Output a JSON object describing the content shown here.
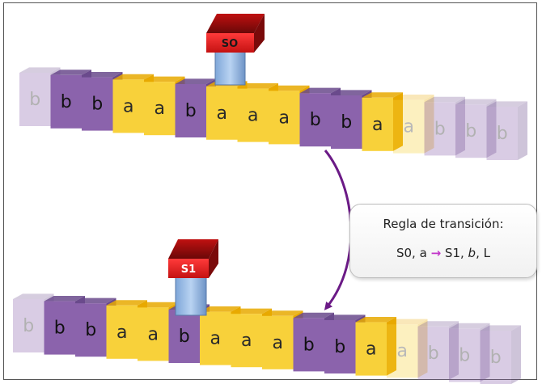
{
  "tape1": {
    "head_label": "SO",
    "cells": [
      "b",
      "b",
      "b",
      "a",
      "a",
      "b",
      "a",
      "a",
      "a",
      "b",
      "b",
      "a",
      "a",
      "b",
      "b",
      "b"
    ],
    "faded": [
      true,
      false,
      false,
      false,
      false,
      false,
      false,
      false,
      false,
      false,
      false,
      false,
      true,
      true,
      true,
      true
    ]
  },
  "tape2": {
    "head_label": "S1",
    "cells": [
      "b",
      "b",
      "b",
      "a",
      "a",
      "b",
      "a",
      "a",
      "a",
      "b",
      "b",
      "a",
      "a",
      "b",
      "b",
      "b"
    ],
    "faded": [
      true,
      false,
      false,
      false,
      false,
      false,
      false,
      false,
      false,
      false,
      false,
      false,
      true,
      true,
      true,
      true
    ]
  },
  "rule": {
    "title": "Regla de transición:",
    "lhs": "S0, a",
    "arrow": "→",
    "rhs_state": "S1,",
    "rhs_symbol": "b",
    "rhs_sep": ",",
    "rhs_move": "L"
  },
  "colors": {
    "a_face": "#f8d13a",
    "a_side": "#e8a900",
    "b_face": "#8b63ac",
    "b_side": "#6a4a8c",
    "head_red": "#d61a1a",
    "head_dark": "#7a0a0a",
    "arrow_purple": "#6b1a86",
    "rule_arrow": "#c236c9"
  }
}
